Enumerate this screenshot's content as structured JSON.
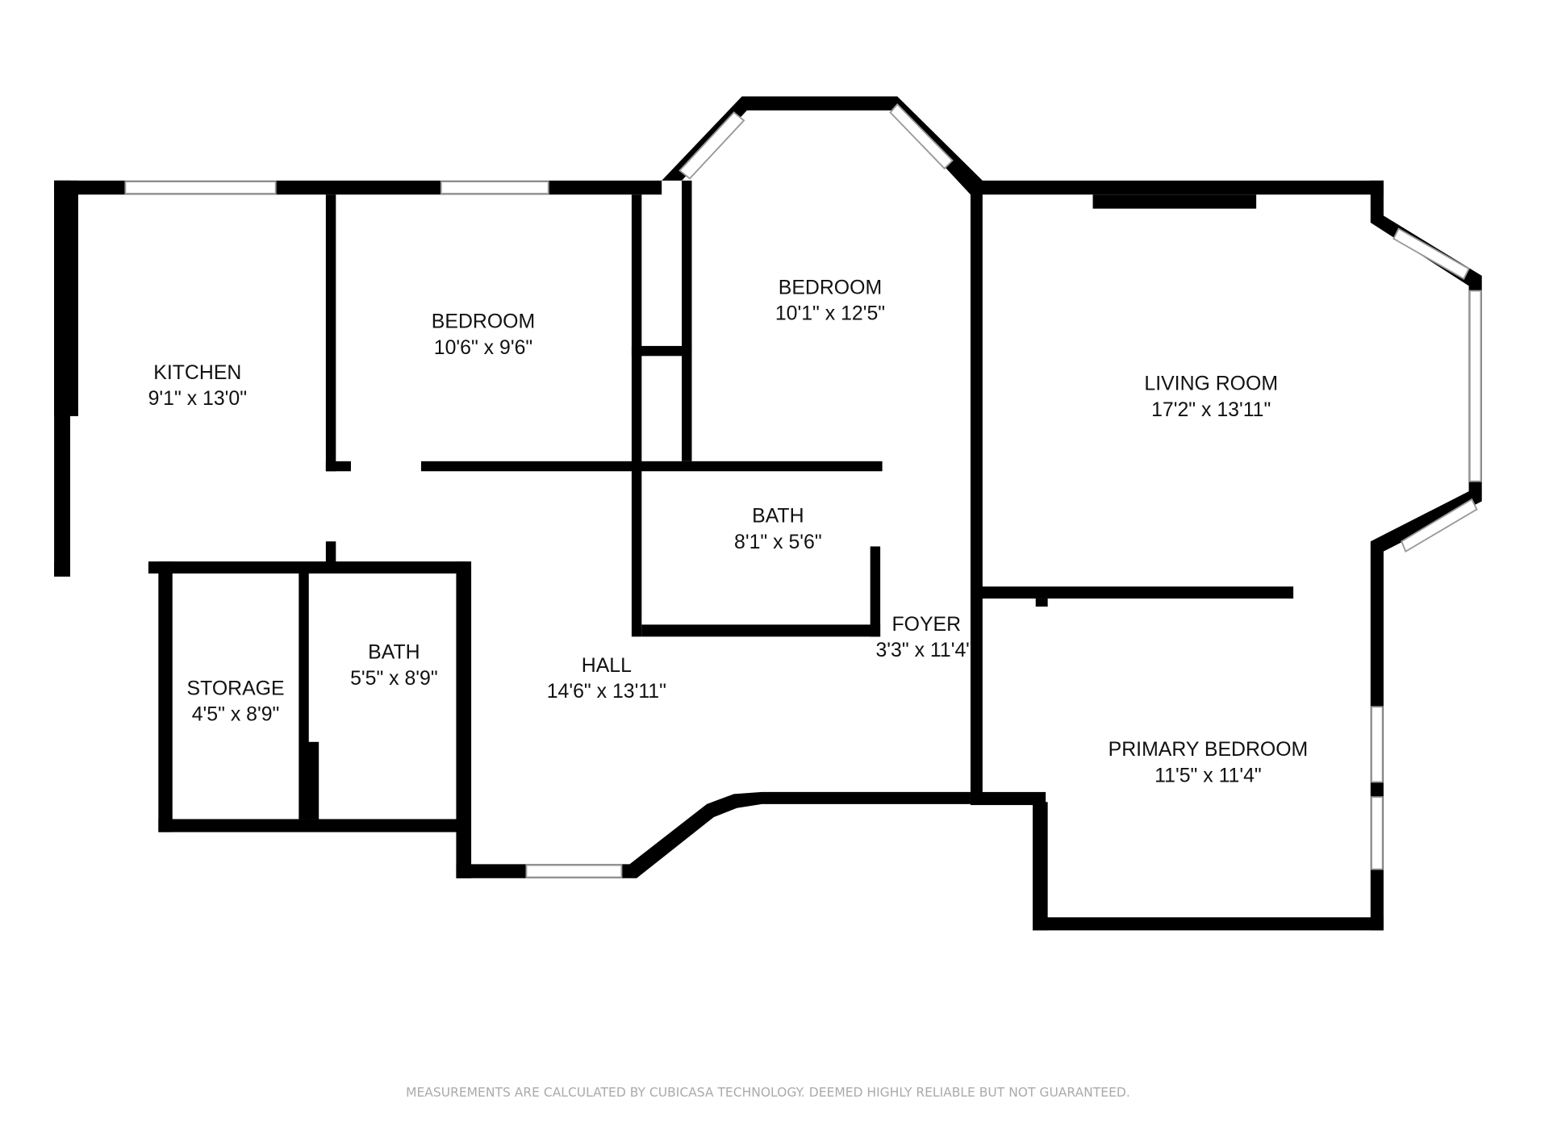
{
  "rooms": [
    {
      "name": "KITCHEN",
      "size": "9'1\" x 13'0\""
    },
    {
      "name": "BEDROOM",
      "size": "10'6\" x 9'6\""
    },
    {
      "name": "BEDROOM",
      "size": "10'1\" x 12'5\""
    },
    {
      "name": "LIVING ROOM",
      "size": "17'2\" x 13'11\""
    },
    {
      "name": "BATH",
      "size": "8'1\" x 5'6\""
    },
    {
      "name": "FOYER",
      "size": "3'3\" x 11'4\""
    },
    {
      "name": "HALL",
      "size": "14'6\" x 13'11\""
    },
    {
      "name": "STORAGE",
      "size": "4'5\" x 8'9\""
    },
    {
      "name": "BATH",
      "size": "5'5\" x 8'9\""
    },
    {
      "name": "PRIMARY BEDROOM",
      "size": "11'5\" x 11'4\""
    }
  ],
  "disclaimer": "MEASUREMENTS ARE CALCULATED BY CUBICASA TECHNOLOGY. DEEMED HIGHLY RELIABLE BUT NOT GUARANTEED."
}
